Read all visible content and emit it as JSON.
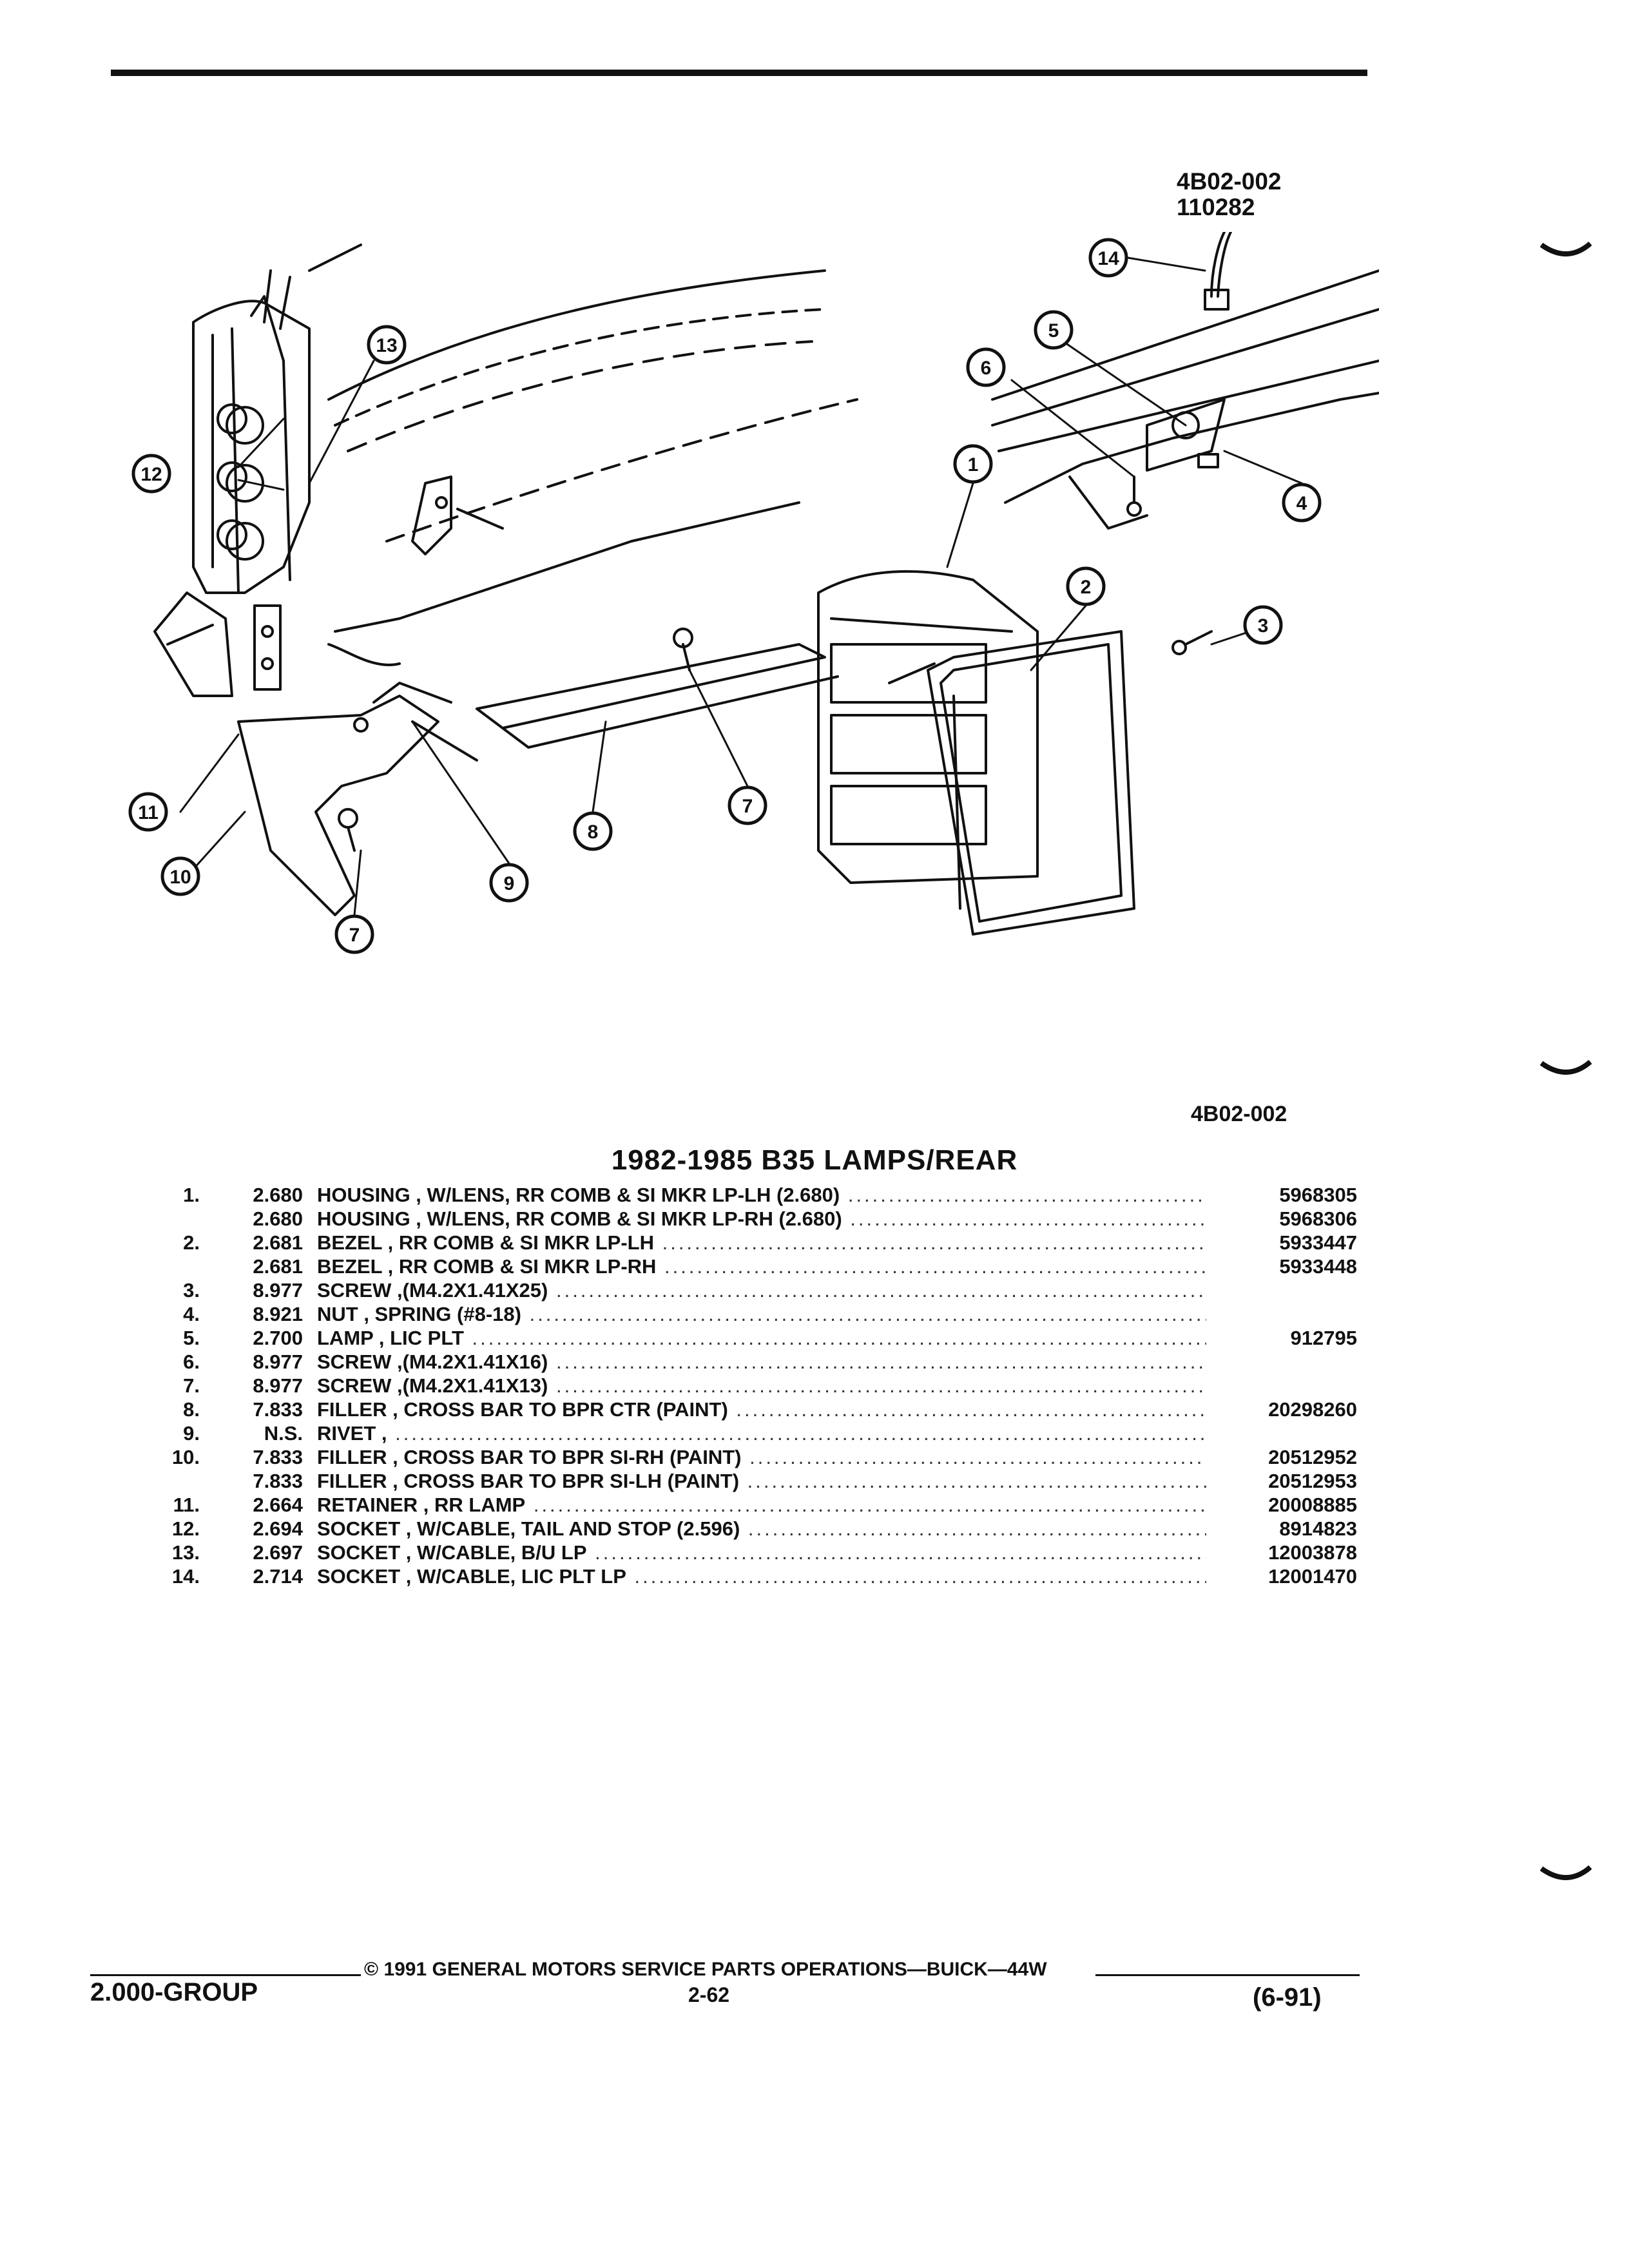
{
  "figure": {
    "code_top": "4B02-002",
    "date": "110282",
    "code_bottom": "4B02-002"
  },
  "callouts": [
    "1",
    "2",
    "3",
    "4",
    "5",
    "6",
    "7",
    "7",
    "8",
    "9",
    "10",
    "11",
    "12",
    "13",
    "14"
  ],
  "title": "1982-1985 B35 LAMPS/REAR",
  "parts": [
    {
      "ref": "1.",
      "group": "2.680",
      "name": "HOUSING",
      "desc": " , W/LENS, RR COMB & SI MKR LP-LH (2.680)",
      "part_no": "5968305"
    },
    {
      "ref": "",
      "group": "2.680",
      "name": "HOUSING",
      "desc": " , W/LENS, RR COMB & SI MKR LP-RH (2.680)",
      "part_no": "5968306"
    },
    {
      "ref": "2.",
      "group": "2.681",
      "name": "BEZEL",
      "desc": " , RR COMB & SI MKR LP-LH",
      "part_no": "5933447"
    },
    {
      "ref": "",
      "group": "2.681",
      "name": "BEZEL",
      "desc": " , RR COMB & SI MKR LP-RH",
      "part_no": "5933448"
    },
    {
      "ref": "3.",
      "group": "8.977",
      "name": "SCREW",
      "desc": " ,(M4.2X1.41X25)",
      "part_no": ""
    },
    {
      "ref": "4.",
      "group": "8.921",
      "name": "NUT",
      "desc": " , SPRING (#8-18)",
      "part_no": ""
    },
    {
      "ref": "5.",
      "group": "2.700",
      "name": "LAMP",
      "desc": " , LIC PLT",
      "part_no": "912795"
    },
    {
      "ref": "6.",
      "group": "8.977",
      "name": "SCREW",
      "desc": " ,(M4.2X1.41X16)",
      "part_no": ""
    },
    {
      "ref": "7.",
      "group": "8.977",
      "name": "SCREW",
      "desc": " ,(M4.2X1.41X13)",
      "part_no": ""
    },
    {
      "ref": "8.",
      "group": "7.833",
      "name": "FILLER",
      "desc": " , CROSS BAR TO BPR CTR (PAINT)",
      "part_no": "20298260"
    },
    {
      "ref": "9.",
      "group": "N.S.",
      "name": "RIVET",
      "desc": " ,",
      "part_no": ""
    },
    {
      "ref": "10.",
      "group": "7.833",
      "name": "FILLER",
      "desc": " , CROSS BAR TO BPR SI-RH (PAINT)",
      "part_no": "20512952"
    },
    {
      "ref": "",
      "group": "7.833",
      "name": "FILLER",
      "desc": " , CROSS BAR TO BPR SI-LH (PAINT)",
      "part_no": "20512953"
    },
    {
      "ref": "11.",
      "group": "2.664",
      "name": "RETAINER",
      "desc": " , RR LAMP",
      "part_no": "20008885"
    },
    {
      "ref": "12.",
      "group": "2.694",
      "name": "SOCKET",
      "desc": " , W/CABLE, TAIL AND STOP (2.596)",
      "part_no": "8914823"
    },
    {
      "ref": "13.",
      "group": "2.697",
      "name": "SOCKET",
      "desc": " , W/CABLE, B/U LP",
      "part_no": "12003878"
    },
    {
      "ref": "14.",
      "group": "2.714",
      "name": "SOCKET",
      "desc": " , W/CABLE, LIC PLT LP",
      "part_no": "12001470"
    }
  ],
  "footer": {
    "copyright": "© 1991 GENERAL MOTORS SERVICE PARTS OPERATIONS—BUICK—44W",
    "group": "2.000-GROUP",
    "page": "2-62",
    "date_code": "(6-91)"
  }
}
